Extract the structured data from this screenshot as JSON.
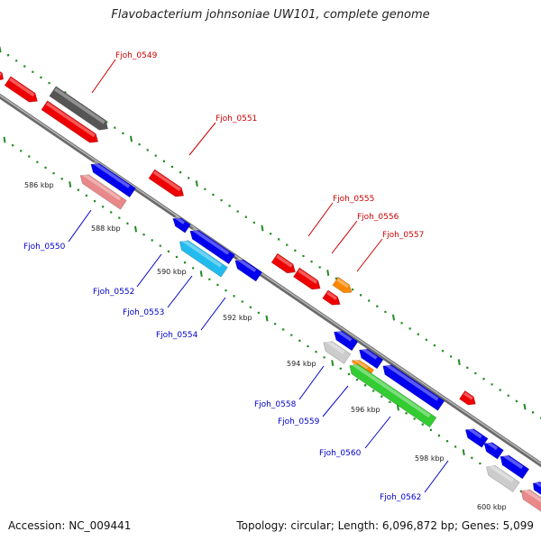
{
  "title": "Flavobacterium johnsoniae UW101, complete genome",
  "footer": {
    "accession": "Accession: NC_009441",
    "topology": "Topology: circular; Length: 6,096,872 bp; Genes: 5,099"
  },
  "colors": {
    "backbone": "#808080",
    "tick": "#228B22",
    "forward_label": "#cc0000",
    "reverse_label": "#0000cc",
    "red": "#ee0000",
    "dark_gray": "#555555",
    "pink": "#e88888",
    "blue": "#0000ee",
    "cyan": "#22bbee",
    "orange": "#ff8800",
    "light_gray": "#cccccc",
    "green": "#33cc33"
  },
  "scale_labels": [
    "586 kbp",
    "588 kbp",
    "590 kbp",
    "592 kbp",
    "594 kbp",
    "596 kbp",
    "598 kbp",
    "600 kbp"
  ],
  "gene_labels": {
    "forward": [
      "Fjoh_0549",
      "Fjoh_0551",
      "Fjoh_0555",
      "Fjoh_0556",
      "Fjoh_0557"
    ],
    "reverse": [
      "Fjoh_0550",
      "Fjoh_0552",
      "Fjoh_0553",
      "Fjoh_0554",
      "Fjoh_0558",
      "Fjoh_0559",
      "Fjoh_0560",
      "Fjoh_0562"
    ]
  }
}
